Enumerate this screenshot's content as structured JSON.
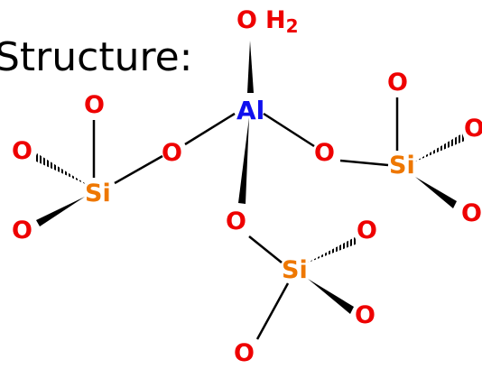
{
  "caption": "Structure:",
  "colors": {
    "oxygen": "#ee0000",
    "aluminum": "#1010ee",
    "silicon": "#ee7700",
    "bond": "#000000"
  },
  "atoms": {
    "water_o": "O",
    "water_h": "H",
    "water_sub": "2",
    "aluminum": "Al",
    "bridge_o": "O",
    "terminal_o": "O",
    "silicon": "Si"
  }
}
